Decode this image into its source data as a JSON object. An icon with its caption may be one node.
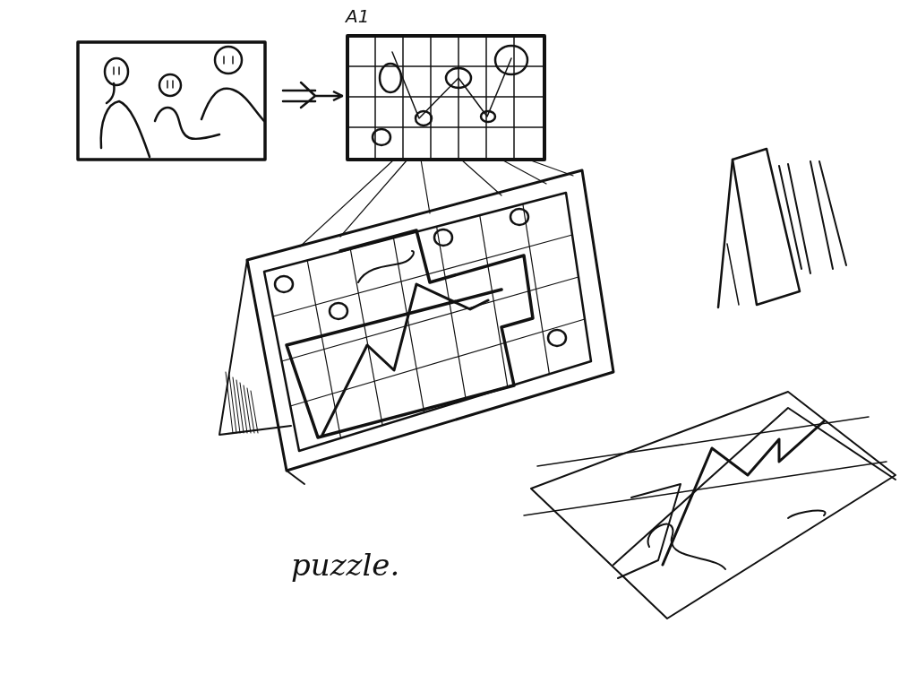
{
  "diagram": {
    "nodes": [
      {
        "text": [],
        "shape": "picture"
      },
      {
        "text": [
          "A1"
        ]
      },
      {
        "text": [],
        "shape": "picture"
      }
    ],
    "edges": [
      {
        "from": 0,
        "to": 1,
        "arrow": "to"
      },
      {
        "from": 1,
        "to": 2,
        "arrow": "none"
      },
      {
        "from": 1,
        "to": 2,
        "arrow": "none"
      },
      {
        "from": 1,
        "to": 2,
        "arrow": "none"
      },
      {
        "from": 1,
        "to": 2,
        "arrow": "none"
      },
      {
        "from": 1,
        "to": 2,
        "arrow": "none"
      },
      {
        "from": 1,
        "to": 2,
        "arrow": "none"
      }
    ],
    "labels": [
      "puzzle."
    ]
  }
}
